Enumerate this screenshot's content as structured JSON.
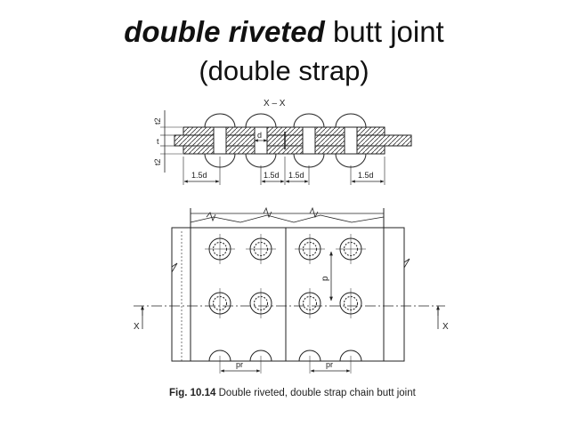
{
  "title": {
    "emphasis": "double riveted",
    "rest": " butt joint",
    "subtitle": "(double strap)"
  },
  "figure": {
    "section_label": "X – X",
    "labels": {
      "t2_top": "t2",
      "t": "t",
      "t2_bottom": "t2",
      "d": "d",
      "dim_1": "1.5d",
      "dim_2": "1.5d",
      "dim_3": "1.5d",
      "dim_4": "1.5d",
      "pitch": "p",
      "pr_left": "pr",
      "pr_right": "pr",
      "x_left": "X",
      "x_right": "X"
    },
    "caption_number": "Fig. 10.14",
    "caption_text": " Double riveted, double strap chain butt joint"
  }
}
